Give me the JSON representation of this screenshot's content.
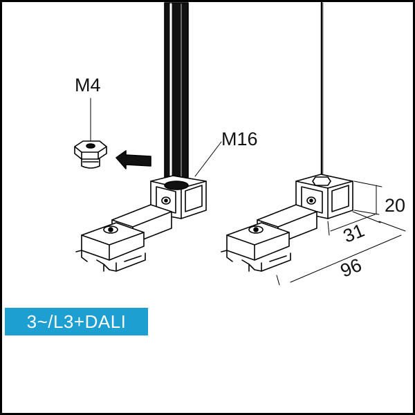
{
  "diagram": {
    "labels": {
      "m4": "M4",
      "m16": "M16",
      "dim_height": "20",
      "dim_depth": "31",
      "dim_length": "96"
    },
    "badge": {
      "text": "3~/L3+DALI",
      "color": "#1e9fd2"
    }
  }
}
